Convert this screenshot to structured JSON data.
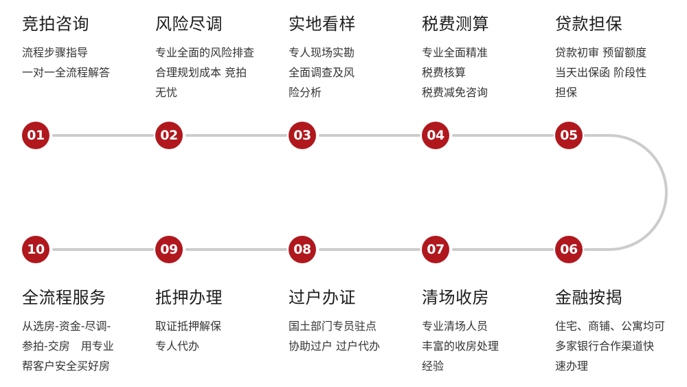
{
  "colors": {
    "accent": "#b0181e",
    "line": "#cccccc"
  },
  "steps": [
    {
      "num": "01",
      "title": "竞拍咨询",
      "desc": [
        "流程步骤指导",
        "一对一全流程解答"
      ]
    },
    {
      "num": "02",
      "title": "风险尽调",
      "desc": [
        "专业全面的风险排查",
        "合理规划成本 竞拍",
        "无忧"
      ]
    },
    {
      "num": "03",
      "title": "实地看样",
      "desc": [
        "专人现场实勘",
        "全面调查及风",
        "险分析"
      ]
    },
    {
      "num": "04",
      "title": "税费测算",
      "desc": [
        "专业全面精准",
        "税费核算",
        "税费减免咨询"
      ]
    },
    {
      "num": "05",
      "title": "贷款担保",
      "desc": [
        "贷款初审 预留额度",
        "当天出保函 阶段性",
        "担保"
      ]
    },
    {
      "num": "06",
      "title": "金融按揭",
      "desc": [
        "住宅、商铺、公寓均可",
        "多家银行合作渠道快",
        "速办理"
      ]
    },
    {
      "num": "07",
      "title": "清场收房",
      "desc": [
        "专业清场人员",
        "丰富的收房处理",
        "经验"
      ]
    },
    {
      "num": "08",
      "title": "过户办证",
      "desc": [
        "国土部门专员驻点",
        "协助过户 过户代办"
      ]
    },
    {
      "num": "09",
      "title": "抵押办理",
      "desc": [
        "取证抵押解保",
        "专人代办"
      ]
    },
    {
      "num": "10",
      "title": "全流程服务",
      "desc": [
        "从选房-资金-尽调-",
        "参拍-交房　用专业",
        "帮客户安全买好房"
      ]
    }
  ]
}
